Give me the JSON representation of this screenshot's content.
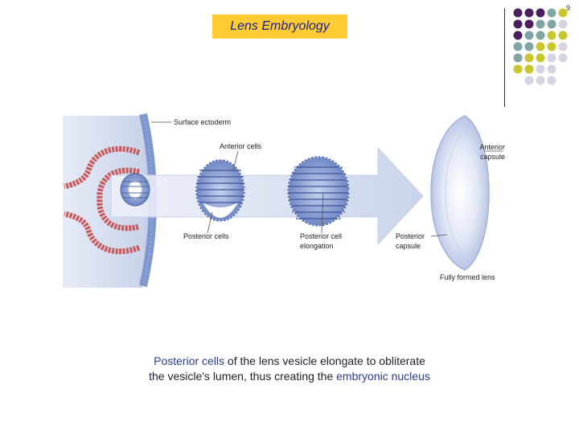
{
  "slide": {
    "number": "9",
    "title": "Lens Embryology"
  },
  "diagram": {
    "labels": {
      "surface_ectoderm": "Surface ectoderm",
      "anterior_cells": "Anterior cells",
      "posterior_cells": "Posterior cells",
      "posterior_cell_elongation_1": "Posterior cell",
      "posterior_cell_elongation_2": "elongation",
      "posterior_capsule_1": "Posterior",
      "posterior_capsule_2": "capsule",
      "anterior_capsule_1": "Anterior",
      "anterior_capsule_2": "capsule",
      "fully_formed_lens": "Fully formed lens"
    }
  },
  "caption": {
    "line1_highlight": "Posterior cells",
    "line1_rest": " of the lens vesicle elongate to obliterate",
    "line2_start": "the vesicle's lumen, thus creating the ",
    "line2_highlight": "embryonic nucleus"
  },
  "colors": {
    "title_bg": "#ffcc33",
    "title_text": "#1b1b8a",
    "dot_purple": "#4b1e5e",
    "dot_teal": "#7fa4a4",
    "dot_olive": "#c9c62e",
    "dot_lavender": "#d6d3e3",
    "caption_highlight": "#2a3d8f"
  }
}
